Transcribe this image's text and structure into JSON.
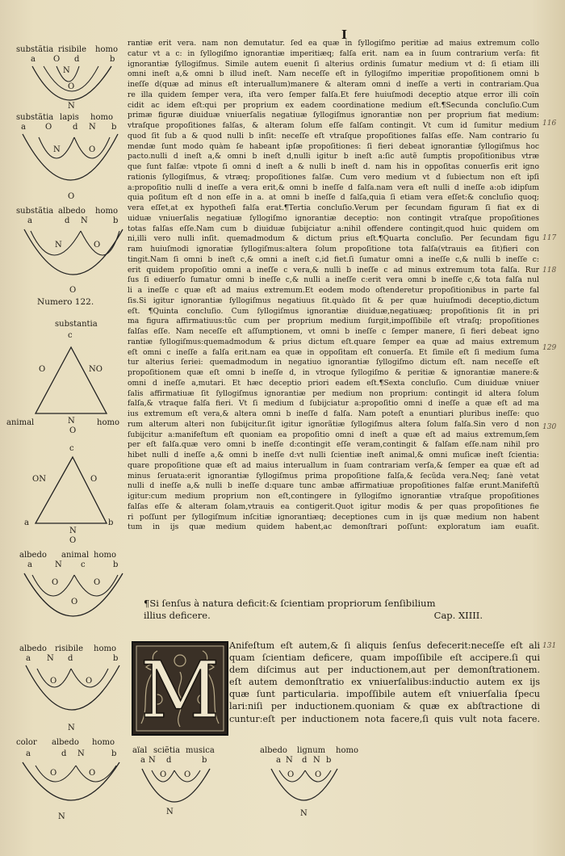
{
  "folio": "I",
  "margin_numbers": [
    "116",
    "117",
    "118",
    "129",
    "130",
    "131"
  ],
  "diagram_caption": "Numero 122.",
  "diagrams": [
    {
      "terms": [
        "substãtia",
        "risibile",
        "homo"
      ],
      "points": [
        "a",
        "O",
        "d",
        "b"
      ],
      "inner": [
        "N",
        "O"
      ],
      "bottom": "N"
    },
    {
      "terms": [
        "substãtia",
        "lapis",
        "homo"
      ],
      "points": [
        "a",
        "O",
        "d",
        "N",
        "b"
      ],
      "inner": [
        "N",
        "O"
      ],
      "bottom": "O"
    },
    {
      "terms": [
        "substãtia",
        "albedo",
        "homo"
      ],
      "points": [
        "a",
        "d",
        "N",
        "b"
      ],
      "inner": [
        "N",
        "O"
      ],
      "bottom": "O"
    },
    {
      "terms": [
        "substantia"
      ],
      "points": [
        "c",
        "O",
        "NO",
        "animal",
        "N",
        "homo"
      ],
      "inner": [],
      "bottom": "O"
    },
    {
      "terms": [],
      "points": [
        "c",
        "ON",
        "O",
        "a",
        "b",
        "N"
      ],
      "inner": [],
      "bottom": "O"
    },
    {
      "terms": [
        "albedo",
        "animal",
        "homo"
      ],
      "points": [
        "a",
        "N",
        "c",
        "b"
      ],
      "inner": [
        "O",
        "O"
      ],
      "bottom": "O"
    },
    {
      "terms": [
        "albedo",
        "risibile",
        "homo"
      ],
      "points": [
        "a",
        "N",
        "d",
        "b"
      ],
      "inner": [
        "O",
        "O"
      ],
      "bottom": "N"
    },
    {
      "terms": [
        "color",
        "albedo",
        "homo"
      ],
      "points": [
        "a",
        "d",
        "N",
        "b"
      ],
      "inner": [
        "O",
        "O"
      ],
      "bottom": "N"
    },
    {
      "terms": [
        "aïal",
        "sciẽtia",
        "musica"
      ],
      "points": [
        "a",
        "N",
        "d",
        "b"
      ],
      "inner": [
        "O",
        "O"
      ],
      "bottom": "N"
    },
    {
      "terms": [
        "albedo",
        "lignum",
        "homo"
      ],
      "points": [
        "a",
        "N",
        "d",
        "N",
        "b"
      ],
      "inner": [
        "O",
        "O"
      ],
      "bottom": "N"
    }
  ],
  "body_lines": [
    "rantiæ erit vera. nam non demutatur. ſed ea quæ in ſyllogiſmo peritiæ ad maius extremum collo",
    "catur vt a c: in ſyllogiſmo ignorantiæ imperitiæq; falſa erit. nam ea in ſuum contrarium verſa: fit",
    "ignorantiæ ſyllogiſmus. Simile autem euenit ſi alterius ordinis ſumatur medium vt d: ſi etiam illi",
    "omni ineſt a,& omni b illud ineſt. Nam neceſſe eſt in ſyllogiſmo imperitiæ propoſitionem omni b",
    "ineſſe d(quæ ad minus eſt interuallum)manere & alteram omni d ineſſe a verti in contrariam.Qua",
    "re illa quidem ſemper vera, iſta vero ſemper falſa.Et fere huiuſmodi deceptio atque error illi coïn",
    "cidit ac idem eſt:qui per proprium ex eadem coordinatione medium eſt.¶Secunda concluſio.Cum",
    "primæ figuræ diuiduæ vniuerſalis negatiuæ ſyllogiſmus ignorantiæ non per proprium fiat medium:",
    "vtraſque propoſitiones falſas, & alteram ſolum eſſe falſam contingit. Vt cum id ſumitur medium",
    "quod ſit ſub a & quod nulli b inſit: neceſſe eſt vtraſque propoſitiones falſas eſſe. Nam contrario ſu",
    "mendæ ſunt modo quàm ſe habeant ipſæ propoſitiones: ſi fieri debeat ignorantiæ ſyllogiſmus hoc",
    "pacto.nulli d ineſt a,& omni b ineſt d,nulli igitur b ineſt a:ſic autẽ ſumptis propoſitionibus vtræ",
    "que ſunt falſæ: vtpote ſi omni d ineſt a & nulli b ineſt d. nam his in oppoſitas conuerſis erit igno",
    "rationis ſyllogiſmus, & vtræq; propoſitiones falſæ. Cum vero medium vt d ſubiectum non eſt ipſi",
    "a:propoſitio nulli d ineſſe a vera erit,& omni b ineſſe d falſa.nam vera eſt nulli d ineſſe a:ob idipſum",
    "quia poſitum eſt d non eſſe in a. at omni b ineſſe d falſa,quia ſi etiam vera eſſet:& concluſio quoq;",
    "vera eſſet,at ex hypotheſi falſa erat.¶Tertia concluſio.Verum per ſecundam figuram ſi fiat ex di",
    "uiduæ vniuerſalis negatiuæ ſyllogiſmo ignorantiæ deceptio: non contingit vtraſque propoſitiones",
    "totas falſas eſſe.Nam cum b diuiduæ ſubijciatur a:nihil offendere contingit,quod huic quidem om",
    "ni,illi vero nulli inſit. quemadmodum & dictum prius eſt.¶Quarta concluſio. Per ſecundam figu",
    "ram huiuſmodi ignoratiæ ſyllogiſmus:altera ſolum propoſitione tota falſa(vtrauis ea ſit)fieri con",
    "tingit.Nam ſi omni b ineſt c,& omni a ineſt c,id fiet.ſi ſumatur omni a ineſſe c,& nulli b ineſſe c:",
    "erit quidem propoſitio omni a ineſſe c vera,& nulli b ineſſe c ad minus extremum tota falſa. Rur",
    "ſus ſi ediuerſo ſumatur omni b ineſſe c,& nulli a ineſſe c:erit vera omni b ineſſe c,& tota falſa nul",
    "li a ineſſe c quæ eſt ad maius extremum.Et eodem modo oſtenderetur propoſitionibus in parte fal",
    "ſis.Si igitur ignorantiæ ſyllogiſmus negatiuus ſit.quàdo ſit & per quæ huiuſmodi deceptio,dictum",
    "eſt. ¶Quinta concluſio. Cum ſyllogiſmus ignorantiæ diuiduæ,negatiuæq; propoſitionis ſit in pri",
    "ma figura affirmatiuus:tũc cum per proprium medium ſurgit,impoſſibile eſt vtraſq; propoſitiones",
    "falſas eſſe. Nam neceſſe eſt aſſumptionem, vt omni b ineſſe c ſemper manere, ſi fieri debeat igno",
    "rantiæ ſyllogiſmus:quemadmodum & prius dictum eſt.quare ſemper ea quæ ad maius extremum",
    "eſt omni c ineſſe a falſa erit.nam ea quæ in oppoſitam eſt conuerſa. Et ſimile eſt ſi medium ſuma",
    "tur alterius ſeriei: quemadmodum in negatiuo ignorantiæ ſyllogiſmo dictum eſt. nam neceſſe eſt",
    "propoſitionem quæ eſt omni b ineſſe d, in vtroque ſyllogiſmo & peritiæ & ignorantiæ manere:&",
    "omni d ineſſe a,mutari. Et hæc deceptio priori eadem eſt.¶Sexta concluſio. Cum diuiduæ vniuer",
    "ſalis affirmatiuæ ſit ſyllogiſmus ignorantiæ per medium non proprium: contingit id altera ſolum",
    "falſa,& vtraque falſa fieri. Vt ſi medium d ſubijciatur a:propoſitio omni d ineſſe a quæ eſt ad ma",
    "ius extremum eſt vera,& altera omni b ineſſe d falſa. Nam poteſt a enuntiari pluribus ineſſe: quo",
    "rum alterum alteri non ſubijcitur.ſit igitur ignorãtiæ ſyllogiſmus altera ſolum falſa.Sin vero d non",
    "ſubijcitur a:manifeſtum eſt quoniam ea propoſitio omni d ineſt a quæ eſt ad maius extremum,ſem",
    "per eſt falſa.quæ vero omni b ineſſe d:contingit eſſe veram,contingit & falſam eſſe.nam nihil pro",
    "hibet nulli d ineſſe a,& omni b ineſſe d:vt nulli ſcientiæ ineſt animal,& omni muſicæ ineſt ſcientia:",
    "quare propoſitione quæ eſt ad maius interuallum in ſuam contrariam verſa,& ſemper ea quæ eſt ad",
    "minus ſeruata:erit ignorantiæ ſyllogiſmus prima propoſitione falſa,& ſecũda vera.Neq; ſanè vetat",
    "nulli d ineſſe a,& nulli b ineſſe d:quare tunc ambæ affirmatiuæ propoſitiones falſæ erunt.Manifeſtũ",
    "igitur:cum medium proprium non eſt,contingere in ſyllogiſmo ignorantiæ vtraſque propoſitiones",
    "falſas eſſe & alteram ſolam,vtrauis ea contigerit.Quot igitur modis & per quas propoſitiones fie",
    "ri poſſunt per ſyllogiſmum inſcitiæ ignorantiæq; deceptiones cum in ijs quæ medium non habent",
    "tum in ijs quæ medium quidem habent,ac demonſtrari poſſunt: exploratum iam euaſit."
  ],
  "chapter_title_line1": "¶Si ſenſus à natura deficit:& ſcientiam propriorum ſenſibilium",
  "chapter_title_line2": "illius deficere.",
  "chapter_number": "Cap. XIIII.",
  "initial_letter": "M",
  "para2_lines": [
    "Anifeſtum eſt autem,& ſi aliquis ſenſus defecerit:neceſſe eſt ali",
    "quam ſcientiam deficere, quam impoſſibile eſt accipere.ſi qui",
    "dem diſcimus aut per inductionem,aut per demonſtrationem.",
    "eſt autem demonſtratio ex vniuerſalibus:inductio autem ex ijs",
    "quæ ſunt particularia. impoſſibile autem eſt vniuerſalia ſpecu",
    "lari:niſi per inductionem.quoniam & quæ ex abſtractione di",
    "cuntur:eſt per inductionem nota facere,ſi quis vult nota facere."
  ]
}
